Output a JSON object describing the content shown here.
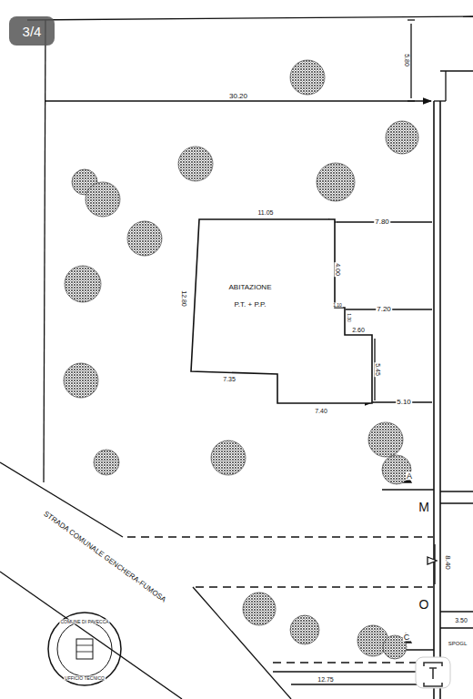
{
  "diagram": {
    "nodes": [
      {
        "text": [
          "ABITAZIONE",
          "P.T. + P.P."
        ]
      }
    ],
    "labels": [
      "3/4",
      "5.80",
      "30.20",
      "11.05",
      "7.80",
      "12.80",
      "4.00",
      "1.10",
      "7.20",
      "1.30",
      "2.60",
      "5.45",
      "7.35",
      "7.40",
      "5.10",
      "A",
      "M",
      "8.40",
      "O",
      "C",
      "3.50",
      "SPOGL",
      "12.75",
      "STRADA COMUNALE GENCHERA-FUMOSA",
      "COMUNE DI PAVECCA",
      "UFFICIO TECNICO"
    ]
  }
}
